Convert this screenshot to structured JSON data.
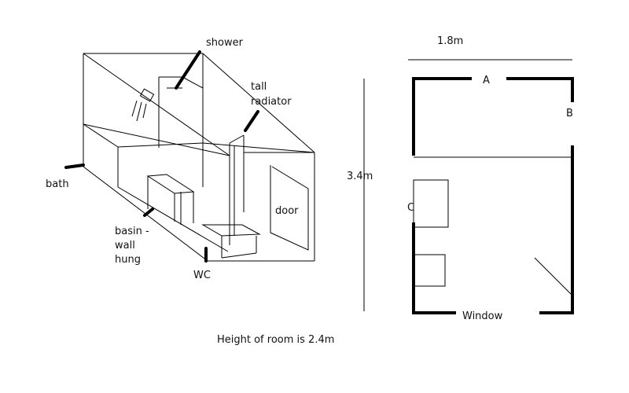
{
  "labels": {
    "shower": "shower",
    "tall": "tall",
    "radiator": "radiator",
    "bath": "bath",
    "basin_1": "basin -",
    "basin_2": "wall",
    "basin_3": "hung",
    "wc": "WC",
    "door": "door",
    "height_note": "Height of room is 2.4m",
    "dim_length": "3.4m",
    "dim_width": "1.8m",
    "point_a": "A",
    "point_b": "B",
    "point_c": "C",
    "window": "Window"
  }
}
